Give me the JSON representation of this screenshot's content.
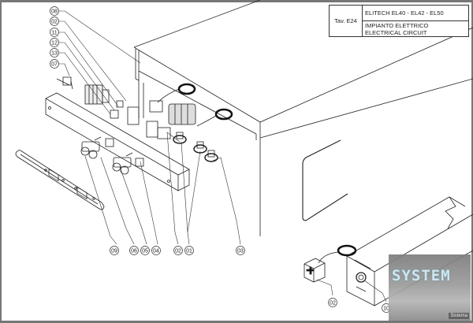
{
  "title_block": {
    "table_code": "Tav. E24",
    "model_line": "ELITECH EL40 - EL42 - EL50",
    "description_it": "IMPIANTO ELETTRICO",
    "description_en": "ELECTRICAL CIRCUIT"
  },
  "callouts": {
    "c08": "08",
    "c02a": "02",
    "c11": "11",
    "c12": "12",
    "c13": "13",
    "c07": "07",
    "c09": "09",
    "c06": "06",
    "c05": "05",
    "c04": "04",
    "c02b": "02",
    "c01": "01",
    "c03": "03",
    "c02c": "02",
    "c10": "10"
  },
  "watermark": {
    "text": "SYSTEM",
    "sub": "Sistema"
  }
}
